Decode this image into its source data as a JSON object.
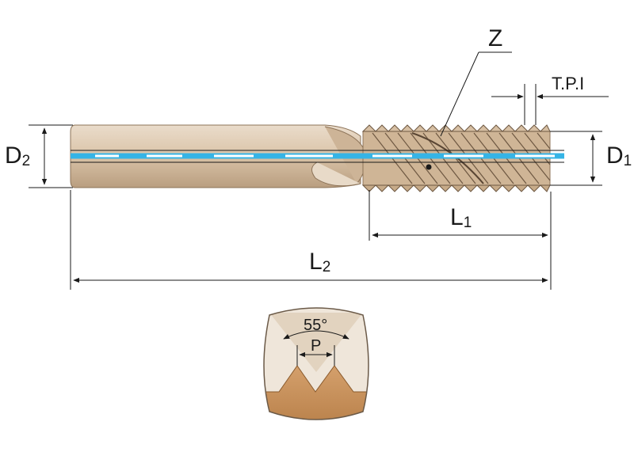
{
  "labels": {
    "d2_main": "D",
    "d2_sub": "2",
    "d1_main": "D",
    "d1_sub": "1",
    "l1_main": "L",
    "l1_sub": "1",
    "l2_main": "L",
    "l2_sub": "2",
    "z": "Z",
    "tpi": "T.P.I",
    "angle": "55°",
    "pitch": "P"
  },
  "colors": {
    "tool_body": "#d9c2a6",
    "tool_shadow": "#b79c7e",
    "coolant": "#35b4e6",
    "thread_profile": "#c8925e",
    "inset_background": "#efe6da",
    "line": "#1a1a1a"
  }
}
